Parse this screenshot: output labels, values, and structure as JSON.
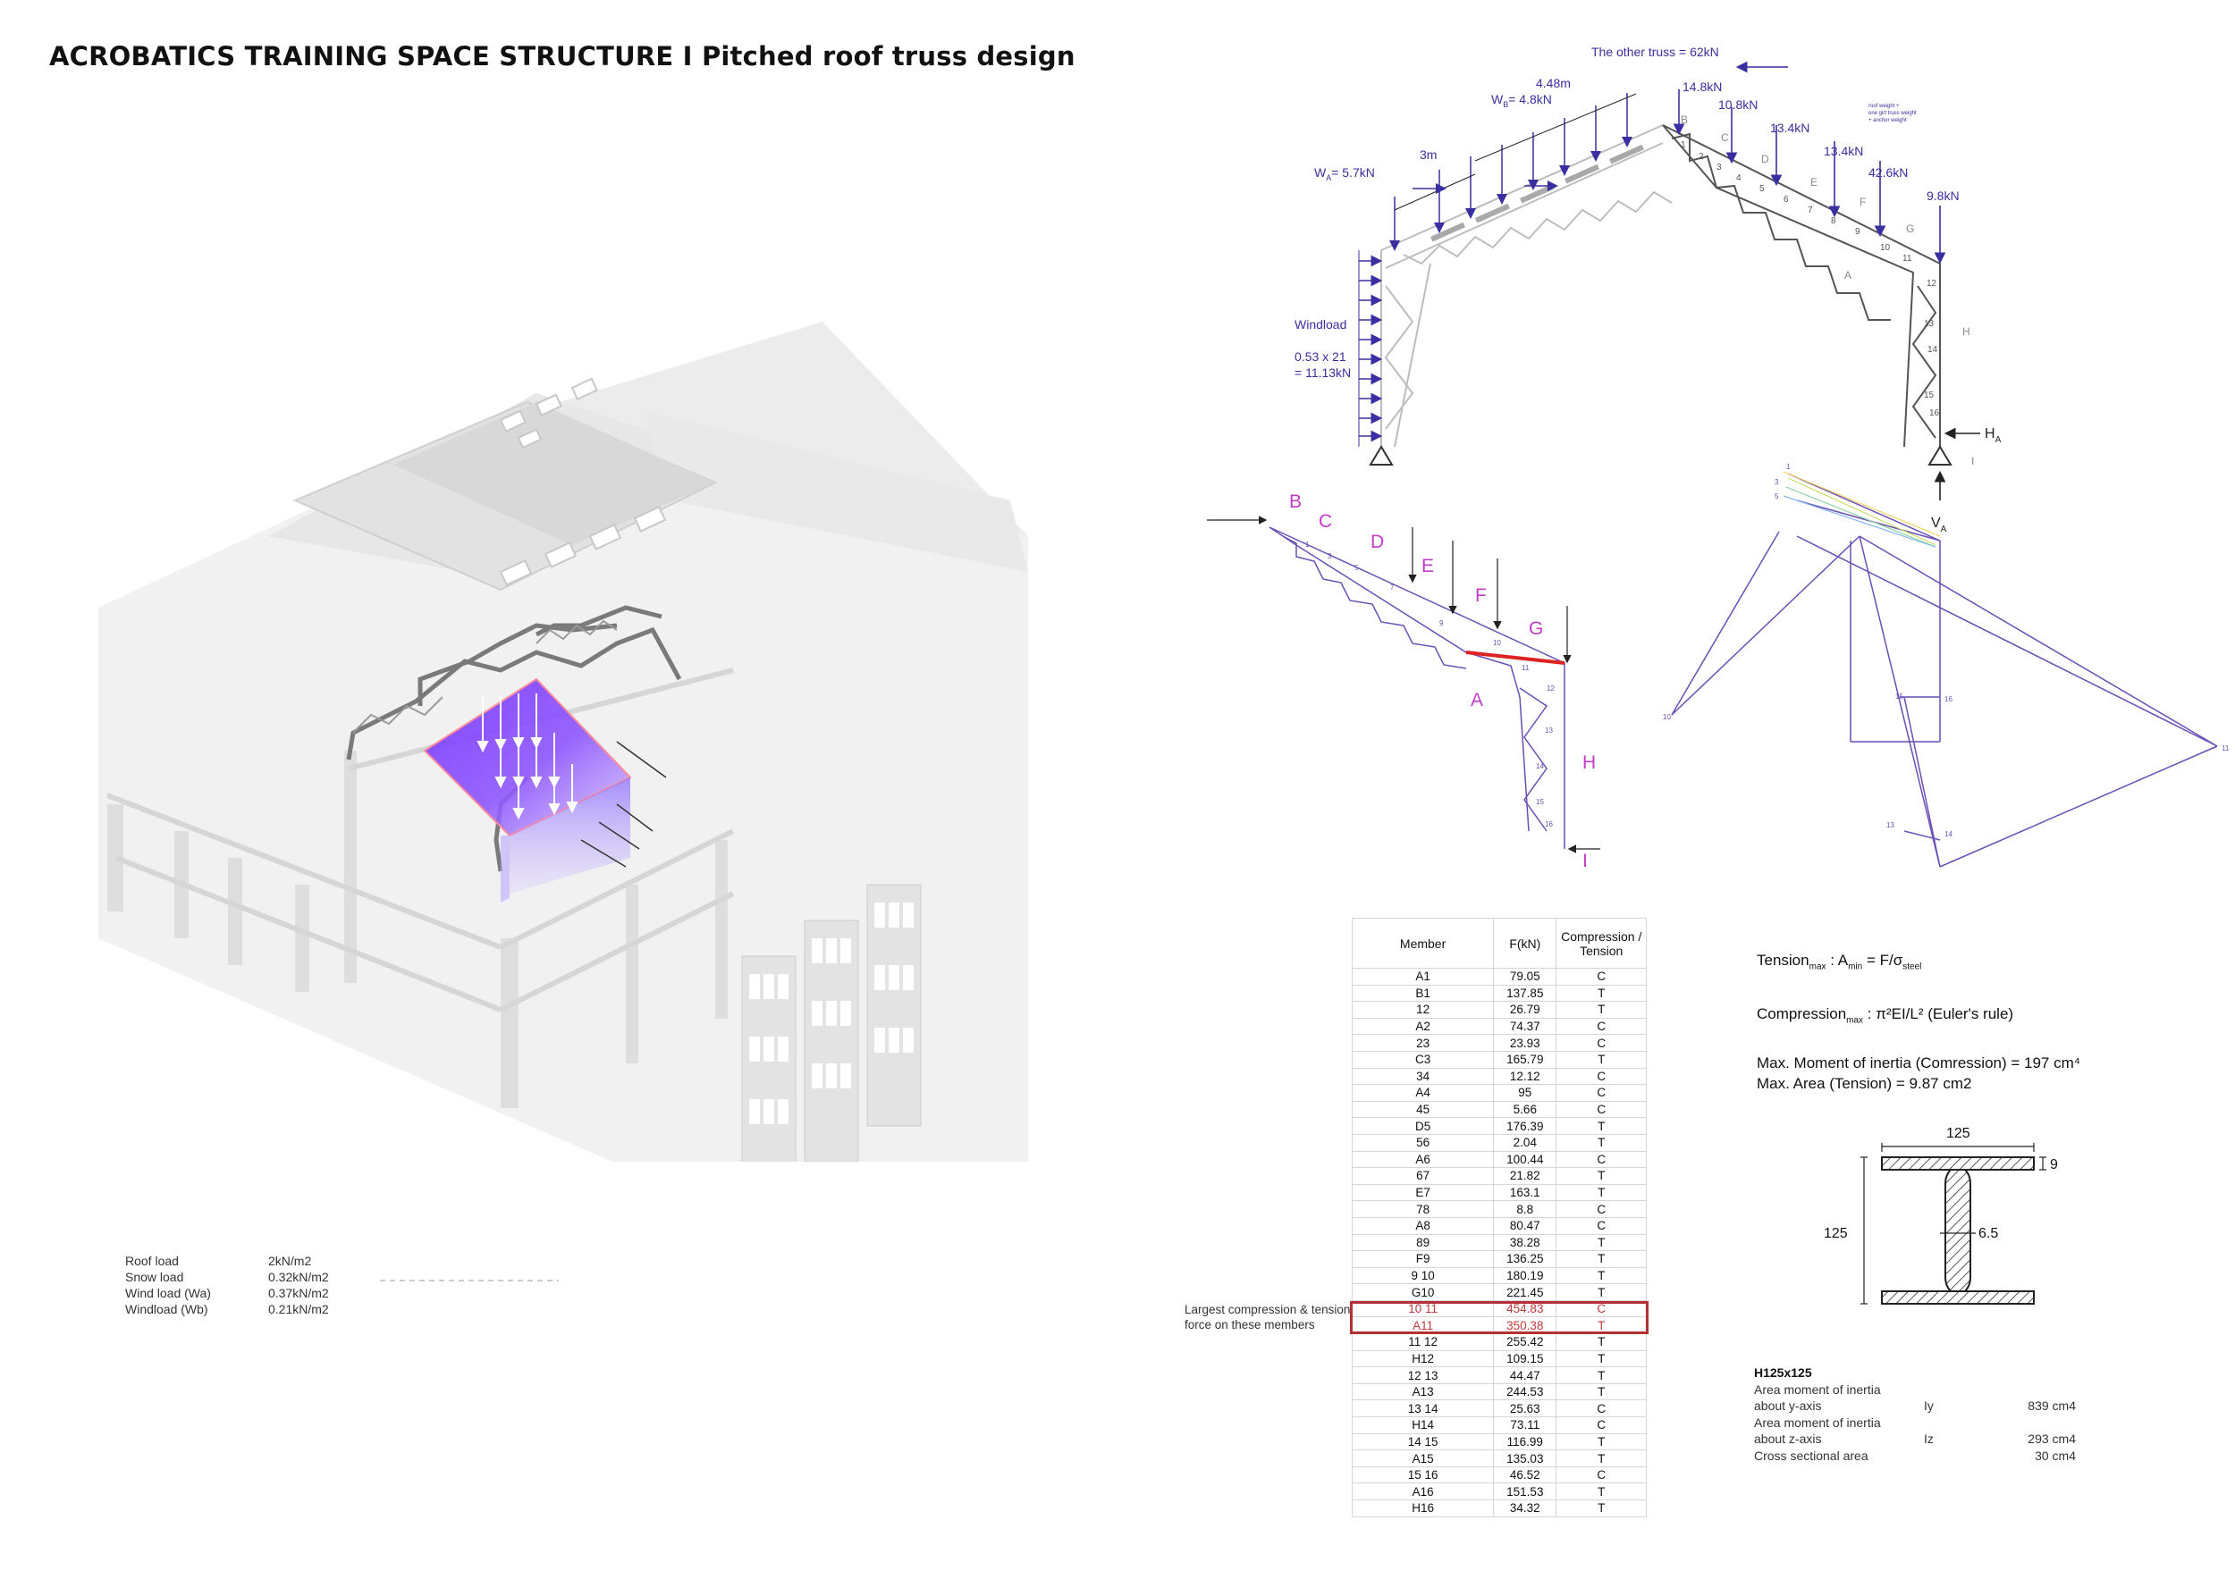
{
  "title": "ACROBATICS TRAINING SPACE STRUCTURE I Pitched roof truss design",
  "truss_labels": {
    "other_truss": "The other truss = 62kN",
    "span_448": "4.48m",
    "wb": "W",
    "wb_sub": "B",
    "wb_val": "= 4.8kN",
    "span_3": "3m",
    "wa": "W",
    "wa_sub": "A",
    "wa_val": "= 5.7kN",
    "windload": "Windload",
    "wind_calc_1": "0.53 x 21",
    "wind_calc_2": "= 11.13kN",
    "p1": "14.8kN",
    "p2": "10.8kN",
    "p3": "13.4kN",
    "p4": "13.4kN",
    "p5": "42.6kN",
    "p6": "9.8kN",
    "ha": "H",
    "ha_sub": "A",
    "va": "V",
    "va_sub": "A",
    "note_small_1": "roof weight +",
    "note_small_2": "one girt truss weight",
    "note_small_3": "+ anchor weight"
  },
  "zone_letters": [
    "B",
    "C",
    "D",
    "E",
    "F",
    "G",
    "A",
    "H",
    "I"
  ],
  "member_numbers": [
    "1",
    "2",
    "3",
    "4",
    "5",
    "6",
    "7",
    "8",
    "9",
    "10",
    "11",
    "12",
    "13",
    "14",
    "15",
    "16"
  ],
  "table": {
    "headers": [
      "Member",
      "F(kN)",
      "Compression / Tension"
    ],
    "rows": [
      [
        "A1",
        "79.05",
        "C"
      ],
      [
        "B1",
        "137.85",
        "T"
      ],
      [
        "12",
        "26.79",
        "T"
      ],
      [
        "A2",
        "74.37",
        "C"
      ],
      [
        "23",
        "23.93",
        "C"
      ],
      [
        "C3",
        "165.79",
        "T"
      ],
      [
        "34",
        "12.12",
        "C"
      ],
      [
        "A4",
        "95",
        "C"
      ],
      [
        "45",
        "5.66",
        "C"
      ],
      [
        "D5",
        "176.39",
        "T"
      ],
      [
        "56",
        "2.04",
        "T"
      ],
      [
        "A6",
        "100.44",
        "C"
      ],
      [
        "67",
        "21.82",
        "T"
      ],
      [
        "E7",
        "163.1",
        "T"
      ],
      [
        "78",
        "8.8",
        "C"
      ],
      [
        "A8",
        "80.47",
        "C"
      ],
      [
        "89",
        "38.28",
        "T"
      ],
      [
        "F9",
        "136.25",
        "T"
      ],
      [
        "9 10",
        "180.19",
        "T"
      ],
      [
        "G10",
        "221.45",
        "T"
      ],
      [
        "10 11",
        "454.83",
        "C"
      ],
      [
        "A11",
        "350.38",
        "T"
      ],
      [
        "11 12",
        "255.42",
        "T"
      ],
      [
        "H12",
        "109.15",
        "T"
      ],
      [
        "12 13",
        "44.47",
        "T"
      ],
      [
        "A13",
        "244.53",
        "T"
      ],
      [
        "13 14",
        "25.63",
        "C"
      ],
      [
        "H14",
        "73.11",
        "C"
      ],
      [
        "14 15",
        "116.99",
        "T"
      ],
      [
        "A15",
        "135.03",
        "T"
      ],
      [
        "15 16",
        "46.52",
        "C"
      ],
      [
        "A16",
        "151.53",
        "T"
      ],
      [
        "H16",
        "34.32",
        "T"
      ]
    ],
    "highlight_rows": [
      20,
      21
    ],
    "note": "Largest compression & tension force on these members"
  },
  "loads": [
    [
      "Roof load",
      "2kN/m2"
    ],
    [
      "Snow load",
      "0.32kN/m2"
    ],
    [
      "Wind load (Wa)",
      "0.37kN/m2"
    ],
    [
      "Windload (Wb)",
      "0.21kN/m2"
    ]
  ],
  "formulas": {
    "tension": "Tension",
    "tension_sub": "max",
    "tension_rhs": " : A",
    "tension_rhs_sub": "min",
    "tension_rhs2": " = F/σ",
    "tension_rhs2_sub": "steel",
    "compression": "Compression",
    "compression_sub": "max",
    "compression_rhs": " : π²EI/L²  (Euler's rule)",
    "moment": "Max. Moment of inertia (Comression) = 197 cm⁴",
    "area": "Max. Area (Tension) = 9.87 cm2"
  },
  "section_dims": {
    "width": "125",
    "flange": "9",
    "height": "125",
    "web": "6.5"
  },
  "section_props": {
    "name": "H125x125",
    "rows": [
      [
        "Area moment of inertia",
        "",
        ""
      ],
      [
        "about y-axis",
        "Iy",
        "839 cm4"
      ],
      [
        "Area moment of inertia",
        "",
        ""
      ],
      [
        "about z-axis",
        "Iz",
        "293 cm4"
      ],
      [
        "Cross sectional area",
        "",
        "30 cm4"
      ]
    ]
  },
  "colors": {
    "accent": "#6a3fe0",
    "highlight": "#b52f35",
    "magenta": "#c23bc9",
    "load_arrow": "#3a2fa0"
  }
}
